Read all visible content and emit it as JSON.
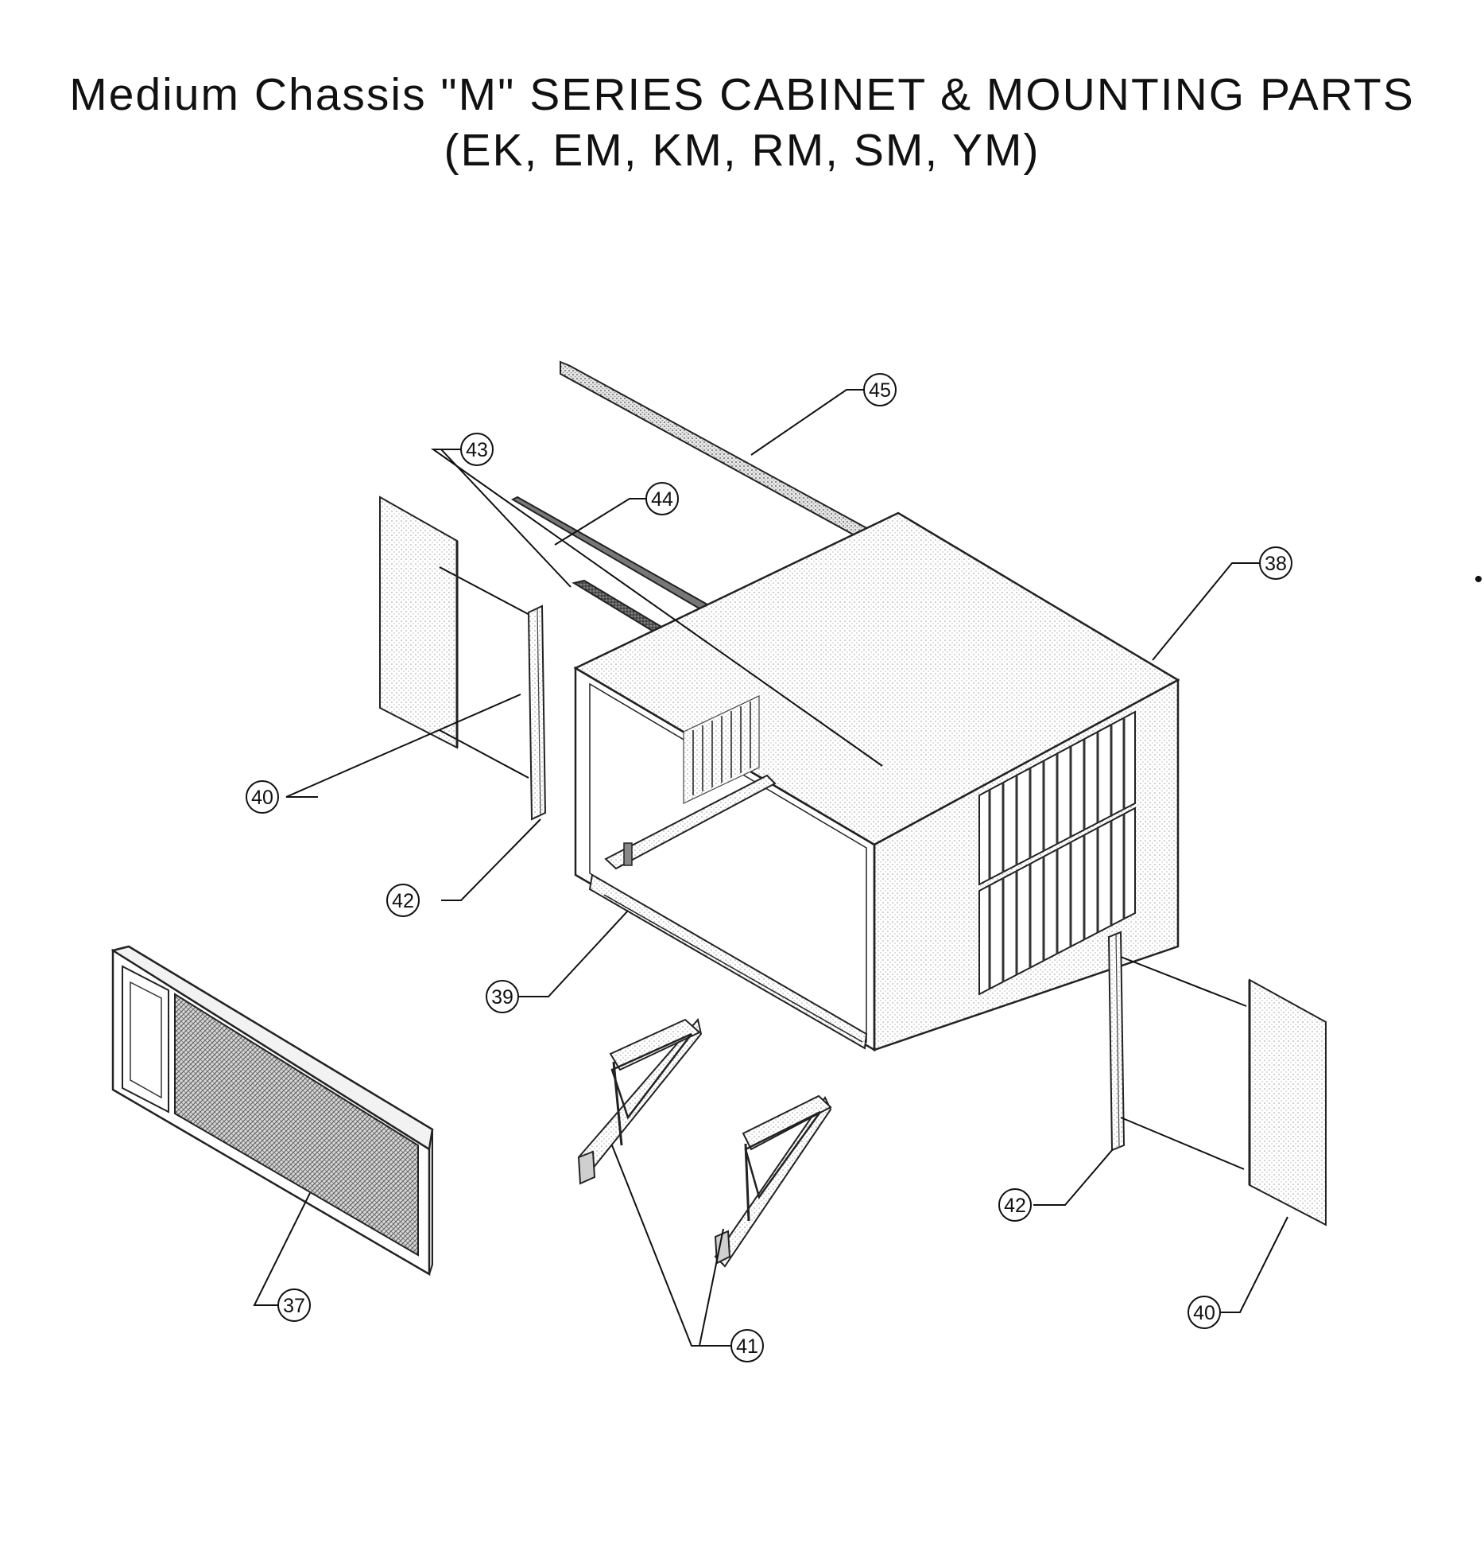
{
  "title": {
    "line1": "Medium Chassis \"M\" SERIES CABINET & MOUNTING PARTS",
    "line2": "(EK, EM, KM, RM, SM, YM)"
  },
  "callouts": {
    "c37": "37",
    "c38": "38",
    "c39": "39",
    "c40a": "40",
    "c40b": "40",
    "c41": "41",
    "c42a": "42",
    "c42b": "42",
    "c43": "43",
    "c44": "44",
    "c45": "45"
  }
}
